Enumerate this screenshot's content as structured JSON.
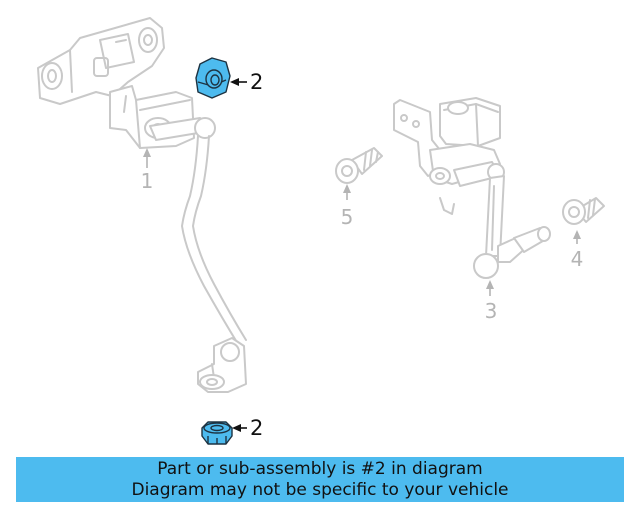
{
  "callouts": {
    "part1": "1",
    "part2_upper": "2",
    "part2_lower": "2",
    "part3": "3",
    "part4": "4",
    "part5": "5"
  },
  "highlight_color": "#4dbbef",
  "banner": {
    "line1": "Part or sub-assembly is #2 in diagram",
    "line2": "Diagram may not be specific to your vehicle"
  }
}
